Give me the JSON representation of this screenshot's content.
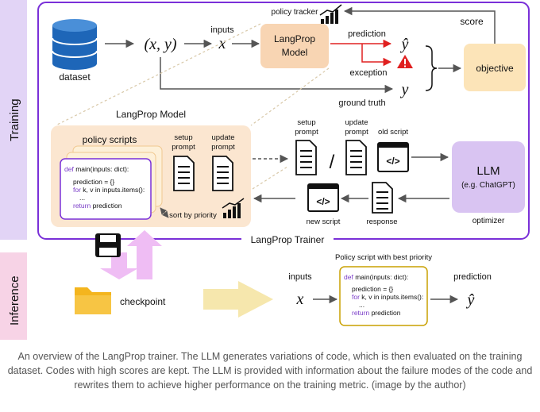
{
  "sections": {
    "training": "Training",
    "inference": "Inference"
  },
  "trainer_label": "LangProp Trainer",
  "dataset": {
    "label": "dataset"
  },
  "inputs_tuple": "(x, y)",
  "inputs_label": "inputs",
  "x_symbol": "x",
  "y_symbol": "y",
  "yhat_symbol": "ŷ",
  "policy_tracker": "policy tracker",
  "model": {
    "line1": "LangProp",
    "line2": "Model"
  },
  "prediction_label": "prediction",
  "exception_label": "exception",
  "ground_truth_label": "ground truth",
  "score_label": "score",
  "objective_label": "objective",
  "langprop_model_title": "LangProp Model",
  "policy_scripts_title": "policy scripts",
  "setup_prompt": {
    "line1": "setup",
    "line2": "prompt"
  },
  "update_prompt": {
    "line1": "update",
    "line2": "prompt"
  },
  "old_script": "old script",
  "slash": "/",
  "sort_by_priority": "sort by priority",
  "new_script": "new script",
  "response_label": "response",
  "llm": {
    "title": "LLM",
    "subtitle": "(e.g. ChatGPT)",
    "role": "optimizer"
  },
  "code_lines": [
    "def main(inputs: dict):",
    "prediction = {}",
    "for k, v in inputs.items():",
    "...",
    "return prediction"
  ],
  "checkpoint_label": "checkpoint",
  "best_policy_title": "Policy script with best priority",
  "inference_inputs": "inputs",
  "inference_prediction": "prediction",
  "caption": "An overview of the LangProp trainer. The LLM generates variations of code, which is then evaluated on the training dataset. Codes with high scores are kept. The LLM is provided with information about the failure modes of the code and rewrites them to achieve higher performance on the training metric. (image by the author)",
  "colors": {
    "trainer_border": "#7a30d8",
    "model_box": "#f8d5b3",
    "objective_box": "#fce4b8",
    "llm_box": "#d9c4f2",
    "langprop_area": "#fbe6d0",
    "policy_card": "#fdf0d8",
    "code_border": "#7a30d8",
    "best_policy_border": "#c9a000",
    "red": "#e02020",
    "training_tab": "#e2d4f6",
    "inference_tab": "#f7d3e6",
    "pink_arrow": "#efbdf4",
    "yellow_arrow": "#f6e7ad",
    "folder": "#f4b51e",
    "cylinder": "#1e66b8"
  }
}
